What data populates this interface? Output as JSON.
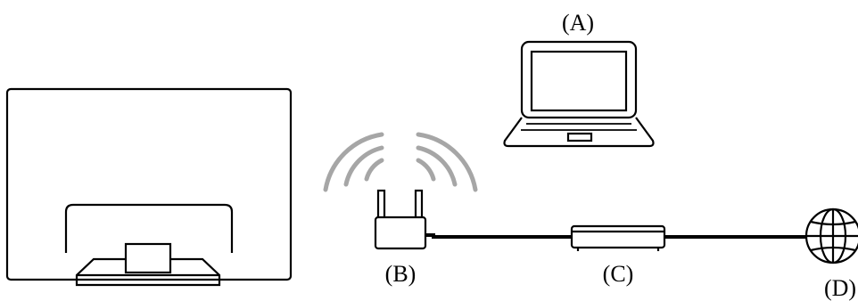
{
  "labels": {
    "laptop": "(A)",
    "router": "(B)",
    "modem": "(C)",
    "internet": "(D)"
  },
  "colors": {
    "line": "#000000",
    "wifi_waves": "#a6a6a6",
    "background": "#ffffff"
  },
  "icons": [
    "tv-icon",
    "laptop-icon",
    "wifi-signal-icon",
    "router-icon",
    "modem-icon",
    "globe-icon"
  ]
}
